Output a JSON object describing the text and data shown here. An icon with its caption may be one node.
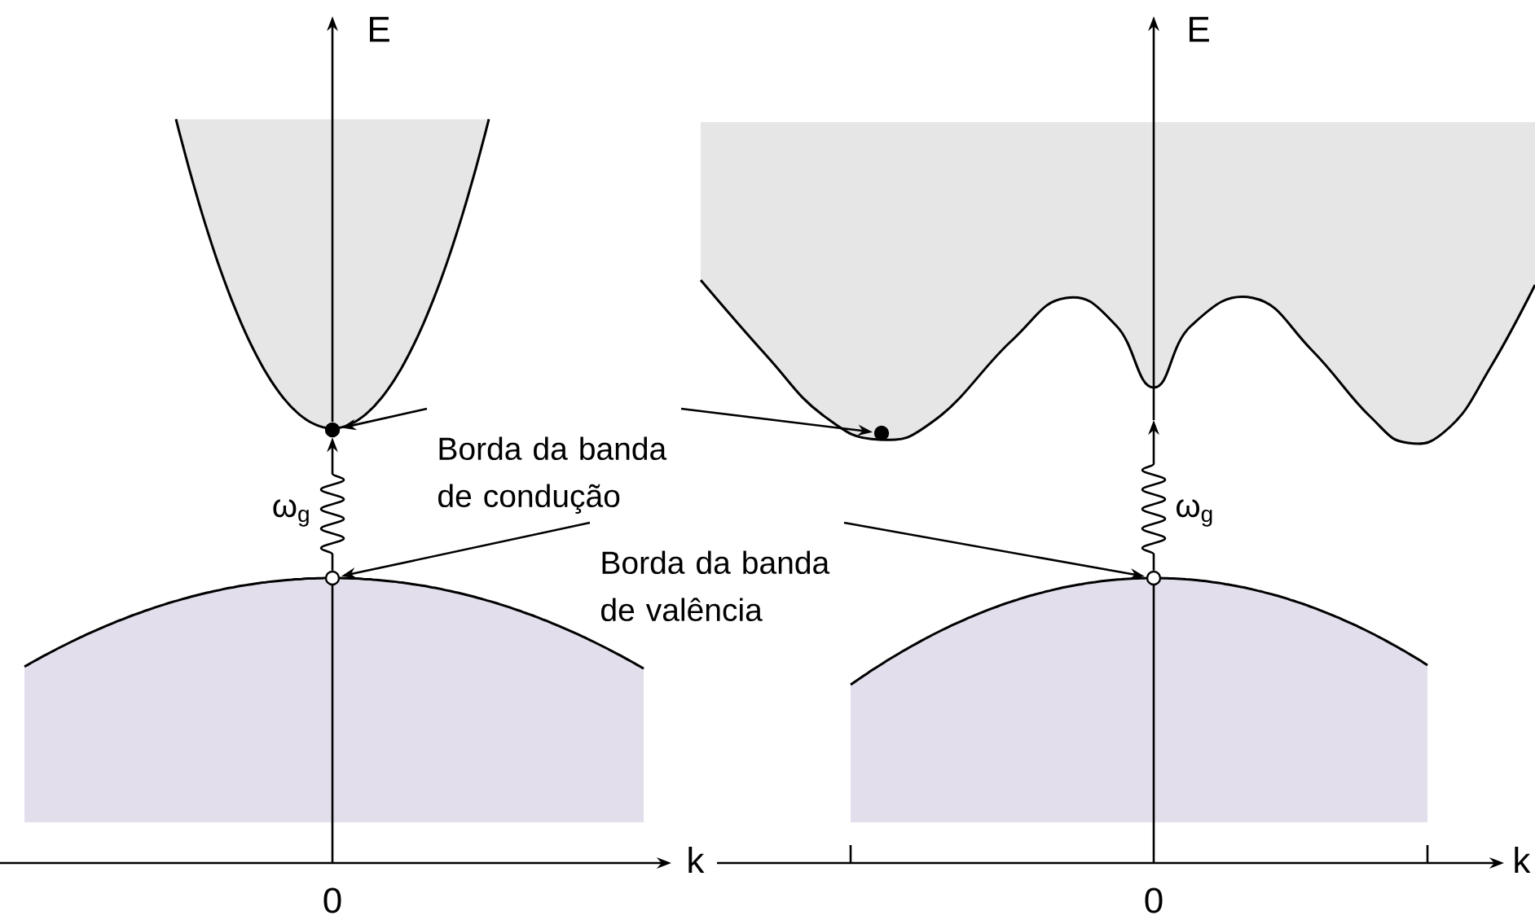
{
  "diagram": {
    "nodes": [
      {
        "text": [
          "Borda da banda de condução"
        ]
      },
      {
        "text": [
          "Borda da banda de valência"
        ]
      },
      {
        "text": [],
        "shape": "circle"
      },
      {
        "text": [],
        "shape": "circle"
      },
      {
        "text": [],
        "shape": "circle"
      },
      {
        "text": [],
        "shape": "circle"
      }
    ],
    "edges": [
      {
        "from": 0,
        "to": 2,
        "arrow": "to"
      },
      {
        "from": 0,
        "to": 3,
        "arrow": "to"
      },
      {
        "from": 1,
        "to": 4,
        "arrow": "to"
      },
      {
        "from": 1,
        "to": 5,
        "arrow": "to"
      },
      {
        "from": 4,
        "to": 2,
        "arrow": "to",
        "label": "ω$_{g}$"
      },
      {
        "from": 5,
        "to": null,
        "arrow": "to",
        "label": "ω$_{g}$"
      }
    ],
    "labels": [
      "E",
      "E",
      "k",
      "0",
      "k",
      "0"
    ]
  }
}
